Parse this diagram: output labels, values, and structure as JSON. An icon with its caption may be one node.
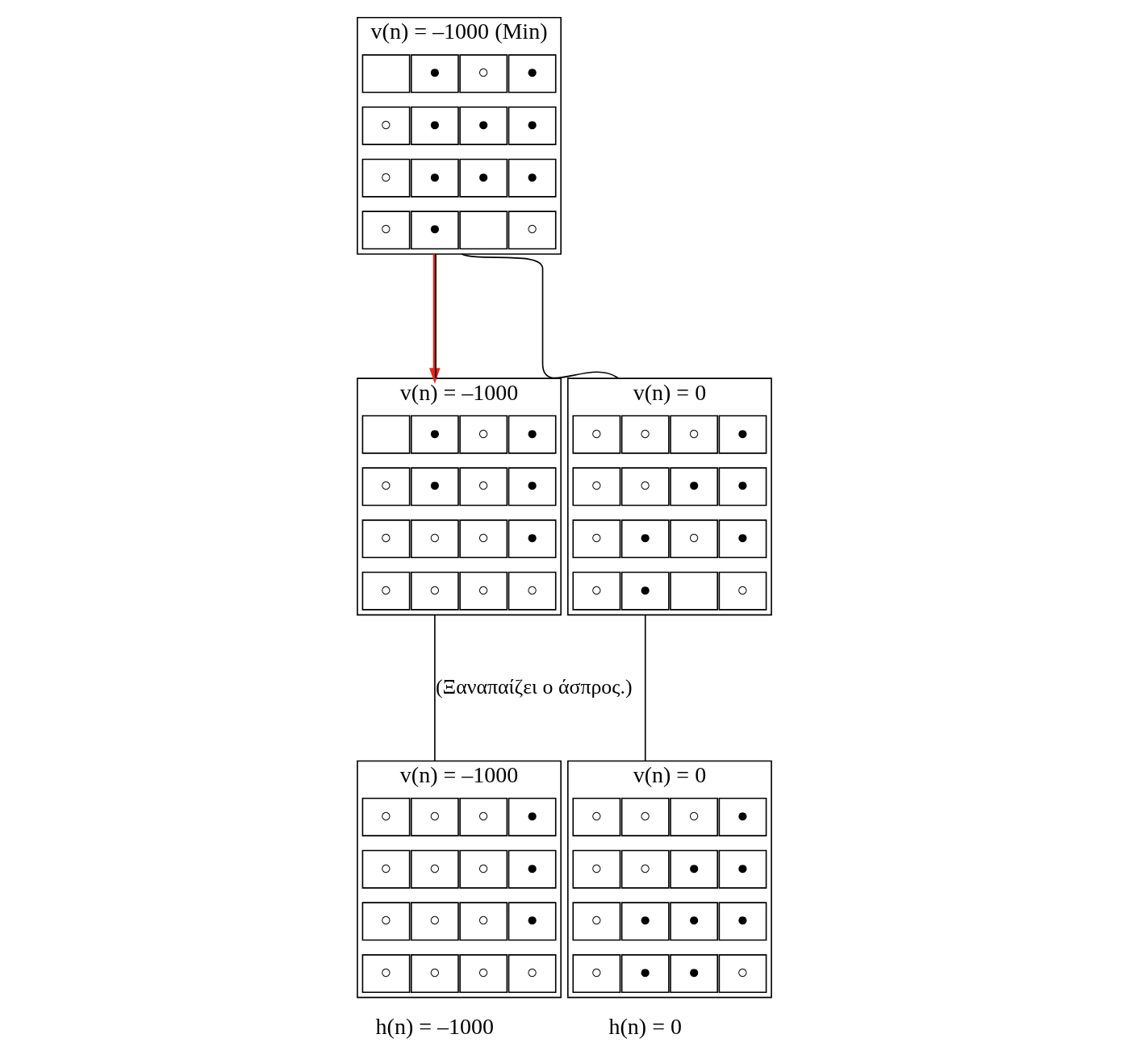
{
  "diagram": {
    "nodes": [
      {
        "text": [
          "v(n) = –1000 (Min)"
        ]
      },
      {
        "text": [],
        "shape": "box",
        "in": 0
      },
      {
        "text": [
          "●"
        ],
        "in": 0
      },
      {
        "text": [
          "○"
        ],
        "in": 0
      },
      {
        "text": [
          "●"
        ],
        "in": 0
      },
      {
        "text": [
          "○"
        ],
        "in": 0
      },
      {
        "text": [
          "●"
        ],
        "in": 0
      },
      {
        "text": [
          "●"
        ],
        "in": 0
      },
      {
        "text": [
          "●"
        ],
        "in": 0
      },
      {
        "text": [
          "○"
        ],
        "in": 0
      },
      {
        "text": [
          "●"
        ],
        "in": 0
      },
      {
        "text": [
          "●"
        ],
        "in": 0
      },
      {
        "text": [
          "●"
        ],
        "in": 0
      },
      {
        "text": [
          "○"
        ],
        "in": 0
      },
      {
        "text": [
          "●"
        ],
        "in": 0
      },
      {
        "text": [],
        "shape": "box",
        "in": 0
      },
      {
        "text": [
          "○"
        ],
        "in": 0
      },
      {
        "text": [
          "v(n) = –1000"
        ]
      },
      {
        "text": [],
        "shape": "box",
        "in": 17
      },
      {
        "text": [
          "●"
        ],
        "in": 17
      },
      {
        "text": [
          "○"
        ],
        "in": 17
      },
      {
        "text": [
          "●"
        ],
        "in": 17
      },
      {
        "text": [
          "○"
        ],
        "in": 17
      },
      {
        "text": [
          "●"
        ],
        "in": 17
      },
      {
        "text": [
          "○"
        ],
        "in": 17
      },
      {
        "text": [
          "●"
        ],
        "in": 17
      },
      {
        "text": [
          "○"
        ],
        "in": 17
      },
      {
        "text": [
          "○"
        ],
        "in": 17
      },
      {
        "text": [
          "○"
        ],
        "in": 17
      },
      {
        "text": [
          "●"
        ],
        "in": 17
      },
      {
        "text": [
          "○"
        ],
        "in": 17
      },
      {
        "text": [
          "○"
        ],
        "in": 17
      },
      {
        "text": [
          "○"
        ],
        "in": 17
      },
      {
        "text": [
          "○"
        ],
        "in": 17
      },
      {
        "text": [
          "v(n) = 0"
        ]
      },
      {
        "text": [
          "○"
        ],
        "in": 34
      },
      {
        "text": [
          "○"
        ],
        "in": 34
      },
      {
        "text": [
          "○"
        ],
        "in": 34
      },
      {
        "text": [
          "●"
        ],
        "in": 34
      },
      {
        "text": [
          "○"
        ],
        "in": 34
      },
      {
        "text": [
          "○"
        ],
        "in": 34
      },
      {
        "text": [
          "●"
        ],
        "in": 34
      },
      {
        "text": [
          "●"
        ],
        "in": 34
      },
      {
        "text": [
          "○"
        ],
        "in": 34
      },
      {
        "text": [
          "●"
        ],
        "in": 34
      },
      {
        "text": [
          "○"
        ],
        "in": 34
      },
      {
        "text": [
          "●"
        ],
        "in": 34
      },
      {
        "text": [
          "○"
        ],
        "in": 34
      },
      {
        "text": [
          "●"
        ],
        "in": 34
      },
      {
        "text": [],
        "shape": "box",
        "in": 34
      },
      {
        "text": [
          "○"
        ],
        "in": 34
      },
      {
        "text": [
          "v(n) = –1000"
        ],
        "beside": [
          "h(n) = –1000"
        ]
      },
      {
        "text": [
          "○"
        ],
        "in": 51
      },
      {
        "text": [
          "○"
        ],
        "in": 51
      },
      {
        "text": [
          "○"
        ],
        "in": 51
      },
      {
        "text": [
          "●"
        ],
        "in": 51
      },
      {
        "text": [
          "○"
        ],
        "in": 51
      },
      {
        "text": [
          "○"
        ],
        "in": 51
      },
      {
        "text": [
          "○"
        ],
        "in": 51
      },
      {
        "text": [
          "●"
        ],
        "in": 51
      },
      {
        "text": [
          "○"
        ],
        "in": 51
      },
      {
        "text": [
          "○"
        ],
        "in": 51
      },
      {
        "text": [
          "○"
        ],
        "in": 51
      },
      {
        "text": [
          "●"
        ],
        "in": 51
      },
      {
        "text": [
          "○"
        ],
        "in": 51
      },
      {
        "text": [
          "○"
        ],
        "in": 51
      },
      {
        "text": [
          "○"
        ],
        "in": 51
      },
      {
        "text": [
          "○"
        ],
        "in": 51
      },
      {
        "text": [
          "v(n) = 0"
        ],
        "beside": [
          "h(n) = 0"
        ]
      },
      {
        "text": [
          "○"
        ],
        "in": 68
      },
      {
        "text": [
          "○"
        ],
        "in": 68
      },
      {
        "text": [
          "○"
        ],
        "in": 68
      },
      {
        "text": [
          "●"
        ],
        "in": 68
      },
      {
        "text": [
          "○"
        ],
        "in": 68
      },
      {
        "text": [
          "○"
        ],
        "in": 68
      },
      {
        "text": [
          "●"
        ],
        "in": 68
      },
      {
        "text": [
          "●"
        ],
        "in": 68
      },
      {
        "text": [
          "○"
        ],
        "in": 68
      },
      {
        "text": [
          "●"
        ],
        "in": 68
      },
      {
        "text": [
          "●"
        ],
        "in": 68
      },
      {
        "text": [
          "●"
        ],
        "in": 68
      },
      {
        "text": [
          "○"
        ],
        "in": 68
      },
      {
        "text": [
          "●"
        ],
        "in": 68
      },
      {
        "text": [
          "●"
        ],
        "in": 68
      },
      {
        "text": [
          "○"
        ],
        "in": 68
      }
    ],
    "edges": [
      {
        "from": 0,
        "to": 17,
        "arrow": "to",
        "style": "thick",
        "color": "#e8231e"
      },
      {
        "from": 0,
        "to": 17,
        "arrow": "none"
      },
      {
        "from": 0,
        "to": 34,
        "arrow": "none"
      },
      {
        "from": 17,
        "to": 51,
        "arrow": "none",
        "label": "(Ξαναπαίζει ο άσπρος.)"
      },
      {
        "from": 34,
        "to": 68,
        "arrow": "none"
      }
    ]
  }
}
